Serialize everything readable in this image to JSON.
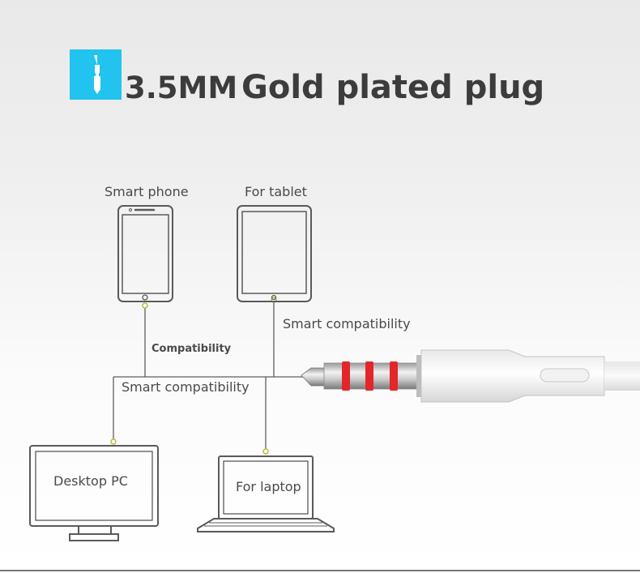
{
  "header": {
    "title_prefix": "3.5MM",
    "title_main": "Gold plated plug",
    "icon": "audio-plug-icon",
    "accent_color": "#22c3ef"
  },
  "devices": {
    "smart_phone": "Smart phone",
    "tablet": "For tablet",
    "desktop": "Desktop PC",
    "laptop": "For laptop"
  },
  "connections": {
    "compatibility": "Compatibility",
    "smart_compatibility_right": "Smart compatibility",
    "smart_compatibility_bus": "Smart compatibility"
  },
  "colors": {
    "line": "#5f5f5f",
    "dot": "#c9c832",
    "plug_ring": "#e3262a",
    "plug_metal": "#c9c9c9"
  }
}
